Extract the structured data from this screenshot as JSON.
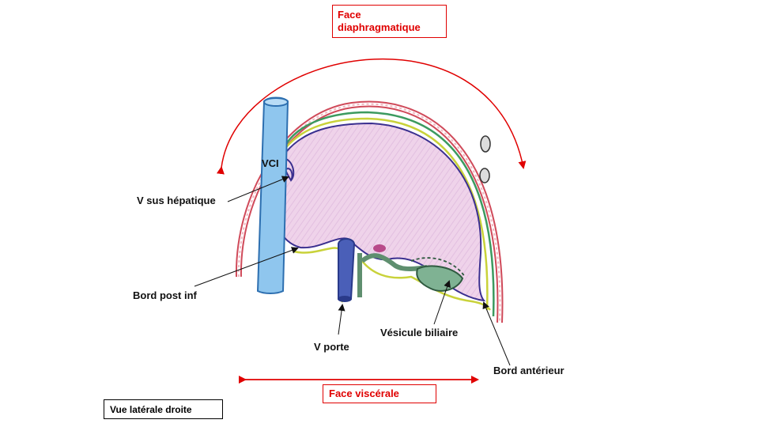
{
  "labels": {
    "face_diaphragmatique": "Face\ndiaphragmatique",
    "face_viscerale": "Face viscérale",
    "vci": "VCI",
    "v_sus_hepatique": "V sus hépatique",
    "bord_post_inf": "Bord post inf",
    "v_porte": "V porte",
    "vesicule_biliaire": "Vésicule biliaire",
    "bord_anterieur": "Bord antérieur",
    "vue": "Vue latérale droite"
  },
  "colors": {
    "accent_red": "#e00000",
    "liver_fill": "#efd3ea",
    "liver_outline": "#3a2f8f",
    "vein_blue": "#8fc6ee",
    "portal_blue": "#4a5fb8",
    "diaphragm_red": "#d04a5a",
    "peritoneum_green": "#3c9a5f",
    "serosa_yellow": "#c9d23a",
    "gallbladder_green": "#5f8f6f"
  }
}
